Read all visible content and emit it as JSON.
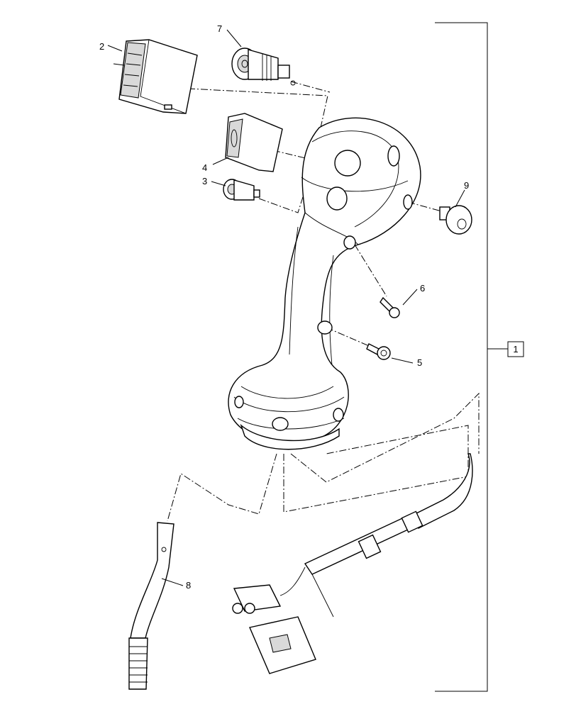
{
  "diagram": {
    "callouts": [
      {
        "id": "c1",
        "label": "1",
        "boxed": true
      },
      {
        "id": "c2",
        "label": "2"
      },
      {
        "id": "c3",
        "label": "3"
      },
      {
        "id": "c4",
        "label": "4"
      },
      {
        "id": "c5",
        "label": "5"
      },
      {
        "id": "c6",
        "label": "6"
      },
      {
        "id": "c7",
        "label": "7"
      },
      {
        "id": "c8",
        "label": "8"
      },
      {
        "id": "c9",
        "label": "9"
      }
    ],
    "colors": {
      "line": "#000000",
      "background": "#ffffff",
      "shade": "#d9d9d9"
    }
  }
}
